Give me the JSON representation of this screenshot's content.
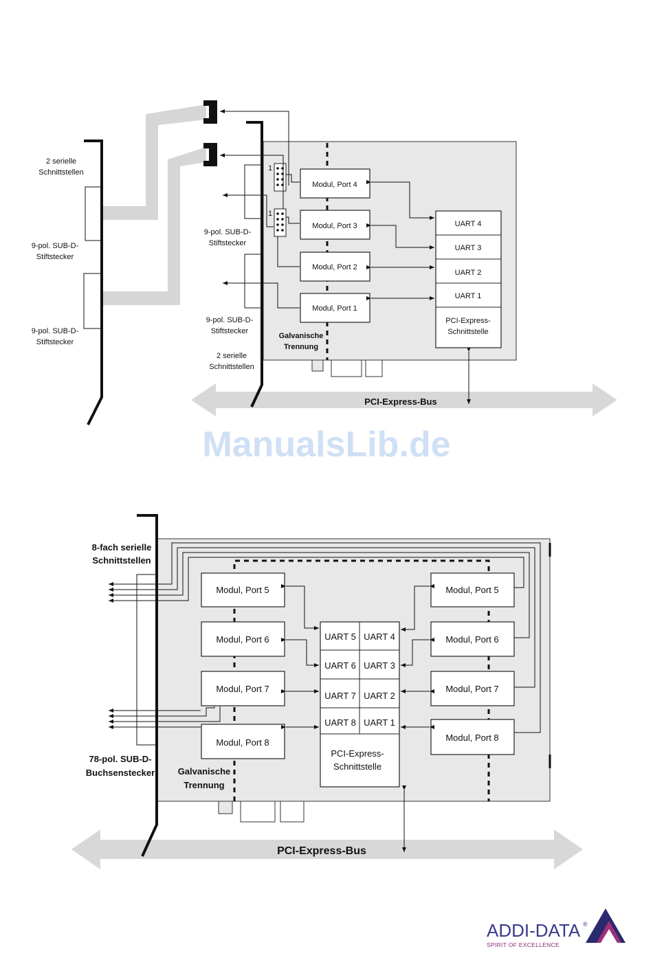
{
  "top": {
    "left_label_interfaces": [
      "2 serielle",
      "Schnittstellen"
    ],
    "left_label_sub_d_1": [
      "9-pol. SUB-D-",
      "Stiftstecker"
    ],
    "left_label_sub_d_2": [
      "9-pol. SUB-D-",
      "Stiftstecker"
    ],
    "card_label_sub_d_1": [
      "9-pol. SUB-D-",
      "Stiftstecker"
    ],
    "card_label_sub_d_2": [
      "9-pol. SUB-D-",
      "Stiftstecker"
    ],
    "card_label_interfaces": [
      "2 serielle",
      "Schnittstellen"
    ],
    "isolation": [
      "Galvanische",
      "Trennung"
    ],
    "pin_marker_1": "1",
    "pin_marker_2": "1",
    "modules": [
      "Modul, Port 4",
      "Modul, Port 3",
      "Modul, Port 2",
      "Modul, Port 1"
    ],
    "uarts": [
      "UART 4",
      "UART 3",
      "UART 2",
      "UART 1"
    ],
    "pci_interface": [
      "PCI-Express-",
      "Schnittstelle"
    ],
    "bus": "PCI-Express-Bus"
  },
  "watermark": "ManualsLib.de",
  "bottom": {
    "interfaces": [
      "8-fach serielle",
      "Schnittstellen"
    ],
    "connector": [
      "78-pol. SUB-D-",
      "Buchsenstecker"
    ],
    "isolation": [
      "Galvanische",
      "Trennung"
    ],
    "left_modules": [
      "Modul, Port 5",
      "Modul, Port 6",
      "Modul, Port 7",
      "Modul, Port 8"
    ],
    "right_modules": [
      "Modul, Port 5",
      "Modul, Port 6",
      "Modul, Port 7",
      "Modul, Port 8"
    ],
    "uart_left": [
      "UART 5",
      "UART 6",
      "UART 7",
      "UART 8"
    ],
    "uart_right": [
      "UART 4",
      "UART 3",
      "UART 2",
      "UART 1"
    ],
    "pci_interface": [
      "PCI-Express-",
      "Schnittstelle"
    ],
    "bus": "PCI-Express-Bus"
  },
  "logo": {
    "name": "ADDI-DATA",
    "registered": "®",
    "tagline": "SPIRIT OF EXCELLENCE",
    "colors": {
      "name": "#3a3a8c",
      "tagline": "#8a2a7a",
      "triangle_dark": "#2a2a6e",
      "triangle_accent": "#a0307a"
    }
  }
}
